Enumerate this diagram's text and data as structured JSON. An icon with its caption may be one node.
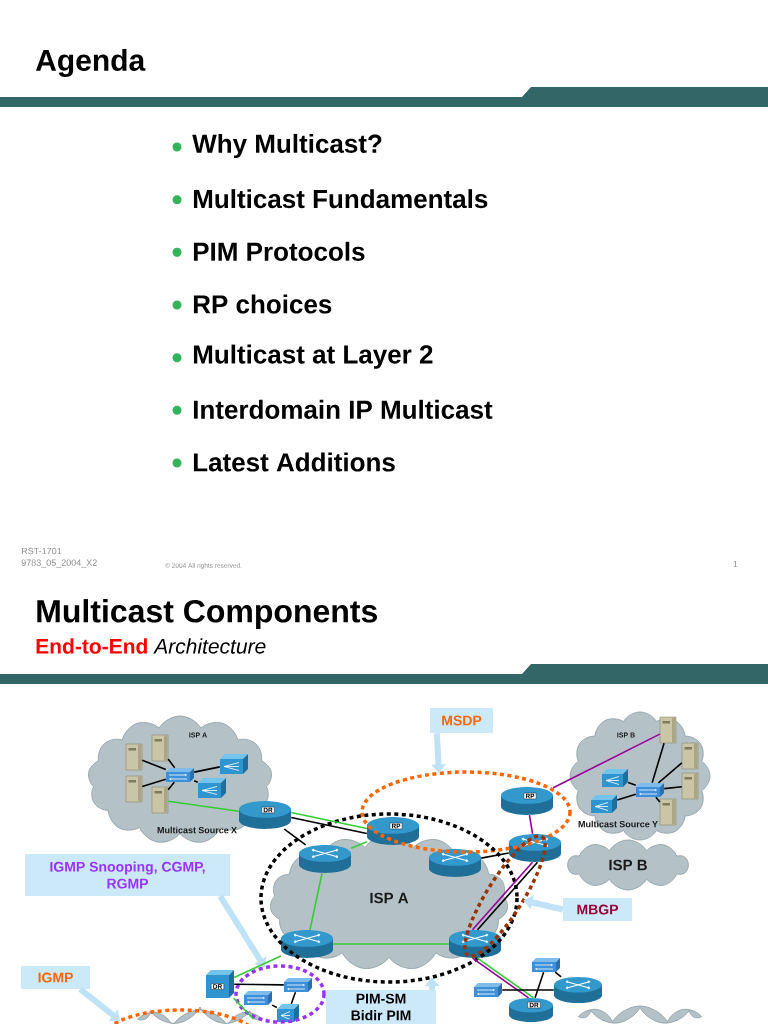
{
  "diagram": {
    "nodes": [
      {
        "text": [
          "MSDP"
        ]
      },
      {
        "text": [
          "ISP A",
          "Multicast Source X"
        ]
      },
      {
        "text": [],
        "shape": "box",
        "in": 1
      },
      {
        "text": [],
        "shape": "box",
        "in": 1
      },
      {
        "text": [],
        "shape": "box",
        "in": 1
      },
      {
        "text": [],
        "shape": "box",
        "in": 1
      },
      {
        "text": [],
        "shape": "box",
        "in": 1
      },
      {
        "text": [],
        "shape": "box",
        "in": 1
      },
      {
        "text": [],
        "shape": "box",
        "in": 1
      },
      {
        "text": [
          "ISP B",
          "Multicast Source Y"
        ]
      },
      {
        "text": [],
        "shape": "box",
        "in": 9
      },
      {
        "text": [],
        "shape": "box",
        "in": 9
      },
      {
        "text": [],
        "shape": "box",
        "in": 9
      },
      {
        "text": [],
        "shape": "box",
        "in": 9
      },
      {
        "text": [],
        "shape": "box",
        "in": 9
      },
      {
        "text": [],
        "shape": "box",
        "in": 9
      },
      {
        "text": [],
        "shape": "box",
        "in": 9
      },
      {
        "text": [
          "RP"
        ]
      },
      {
        "text": [
          "DR"
        ]
      },
      {
        "text": [
          "RP"
        ]
      },
      {
        "text": [
          "ISP B"
        ]
      },
      {
        "text": [],
        "shape": "cylinder"
      },
      {
        "text": [
          "IGMP Snooping, CGMP, RGMP"
        ]
      },
      {
        "text": [
          "ISP A"
        ]
      },
      {
        "text": [],
        "shape": "cylinder",
        "in": 23
      },
      {
        "text": [],
        "shape": "cylinder",
        "in": 23
      },
      {
        "text": [
          "MBGP"
        ]
      },
      {
        "text": [],
        "shape": "cylinder",
        "in": 23
      },
      {
        "text": [],
        "shape": "cylinder",
        "in": 23
      },
      {
        "text": [],
        "shape": "box"
      },
      {
        "text": [],
        "shape": "box"
      },
      {
        "text": [],
        "shape": "box"
      },
      {
        "text": [],
        "shape": "box"
      },
      {
        "text": [
          "IGMP"
        ]
      },
      {
        "text": [],
        "shape": "cylinder"
      },
      {
        "text": [
          "DR"
        ]
      },
      {
        "text": [
          "PIM-SM Bidir PIM"
        ]
      },
      {
        "text": [
          "DR"
        ]
      },
      {
        "text": [],
        "shape": "box"
      },
      {
        "text": [],
        "shape": "cloud"
      },
      {
        "text": [],
        "shape": "cloud"
      }
    ],
    "edges": [
      {
        "from": 0,
        "to": null,
        "arrow": "to",
        "style": "thick",
        "color": "#bfe2f7"
      },
      {
        "from": 22,
        "to": null,
        "arrow": "to",
        "style": "thick",
        "color": "#bfe2f7"
      },
      {
        "from": 26,
        "to": null,
        "arrow": "to",
        "style": "thick",
        "color": "#bfe2f7"
      },
      {
        "from": 33,
        "to": null,
        "arrow": "to",
        "style": "thick",
        "color": "#bfe2f7"
      },
      {
        "from": 36,
        "to": null,
        "arrow": "to",
        "style": "thick",
        "color": "#bfe2f7"
      },
      {
        "from": 6,
        "to": 2,
        "arrow": "none"
      },
      {
        "from": 6,
        "to": 3,
        "arrow": "none"
      },
      {
        "from": 6,
        "to": 4,
        "arrow": "none"
      },
      {
        "from": 6,
        "to": 5,
        "arrow": "none"
      },
      {
        "from": 6,
        "to": 7,
        "arrow": "none"
      },
      {
        "from": 6,
        "to": 8,
        "arrow": "none"
      },
      {
        "from": 5,
        "to": 18,
        "arrow": "none",
        "color": "#33cc33"
      },
      {
        "from": 14,
        "to": 10,
        "arrow": "none"
      },
      {
        "from": 14,
        "to": 11,
        "arrow": "none"
      },
      {
        "from": 14,
        "to": 12,
        "arrow": "none"
      },
      {
        "from": 14,
        "to": 13,
        "arrow": "none"
      },
      {
        "from": 14,
        "to": 15,
        "arrow": "none"
      },
      {
        "from": 14,
        "to": 16,
        "arrow": "none"
      },
      {
        "from": 17,
        "to": 10,
        "arrow": "none",
        "color": "#990099"
      },
      {
        "from": 18,
        "to": 19,
        "arrow": "none",
        "color": "#33cc33"
      },
      {
        "from": 18,
        "to": 19,
        "arrow": "none"
      },
      {
        "from": 18,
        "to": 24,
        "arrow": "none"
      },
      {
        "from": 19,
        "to": 24,
        "arrow": "none",
        "color": "#33cc33"
      },
      {
        "from": 17,
        "to": 21,
        "arrow": "none",
        "color": "#990099"
      },
      {
        "from": 25,
        "to": 21,
        "arrow": "none"
      },
      {
        "from": 24,
        "to": 27,
        "arrow": "none",
        "color": "#33cc33"
      },
      {
        "from": 21,
        "to": 28,
        "arrow": "none",
        "color": "#990099"
      },
      {
        "from": 21,
        "to": 28,
        "arrow": "none"
      },
      {
        "from": 27,
        "to": 28,
        "arrow": "none",
        "color": "#33cc33"
      },
      {
        "from": 27,
        "to": 35,
        "arrow": "none",
        "color": "#33cc33"
      },
      {
        "from": 28,
        "to": 37,
        "arrow": "none",
        "color": "#990099"
      },
      {
        "from": 28,
        "to": 37,
        "arrow": "none",
        "color": "#33cc33"
      },
      {
        "from": 29,
        "to": 37,
        "arrow": "none"
      },
      {
        "from": 29,
        "to": 34,
        "arrow": "none"
      },
      {
        "from": 31,
        "to": 34,
        "arrow": "none"
      },
      {
        "from": 35,
        "to": 32,
        "arrow": "none"
      },
      {
        "from": 30,
        "to": 38,
        "arrow": "none"
      },
      {
        "from": 32,
        "to": 38,
        "arrow": "none"
      },
      {
        "from": 35,
        "to": 39,
        "arrow": "none",
        "color": "#33cc33"
      }
    ],
    "labels": [
      "Agenda",
      "Why Multicast?",
      "Multicast Fundamentals",
      "PIM Protocols",
      "RP choices",
      "Multicast at Layer 2",
      "Interdomain IP Multicast",
      "Latest Additions",
      "RST-1701",
      "9783_05_2004_X2",
      "© 2004 All rights reserved.",
      "1",
      "Multicast Components",
      "End-to-End",
      "Architecture"
    ]
  }
}
